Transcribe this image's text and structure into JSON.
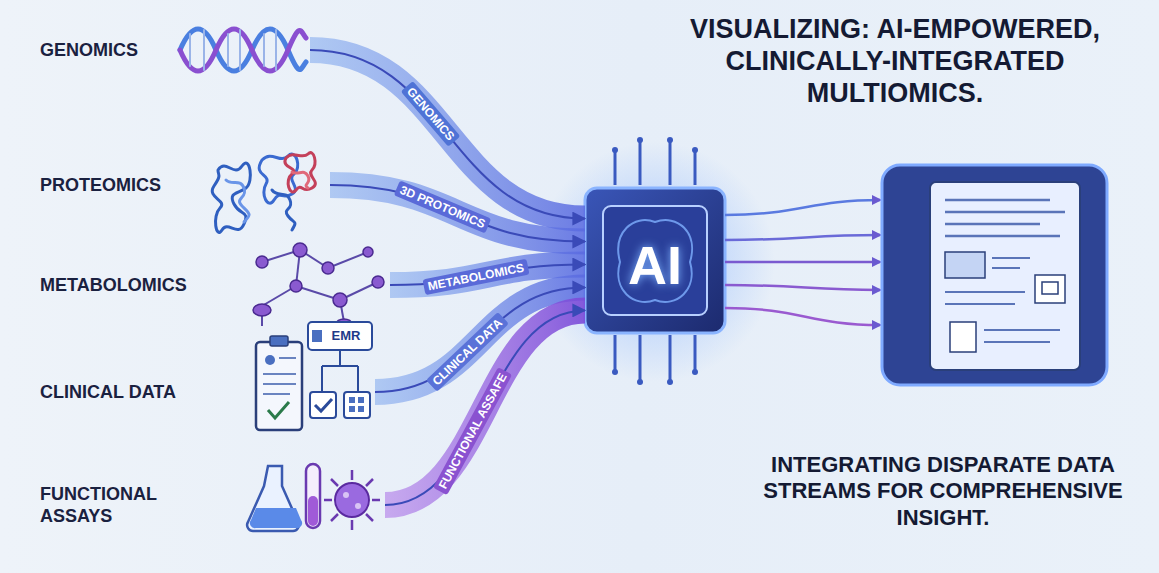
{
  "diagram": {
    "title": "VISUALIZING: AI-EMPOWERED, CLINICALLY-INTEGRATED MULTIOMICS.",
    "caption": "INTEGRATING DISPARATE DATA STREAMS FOR COMPREHENSIVE INSIGHT.",
    "nodes": [
      {
        "text": [
          "GENOMICS"
        ]
      },
      {
        "text": [
          "PROTEOMICS"
        ]
      },
      {
        "text": [
          "METABOLOMICS"
        ]
      },
      {
        "text": [
          "CLINICAL DATA"
        ]
      },
      {
        "text": [
          "FUNCTIONAL ASSAYS"
        ]
      },
      {
        "text": [
          "AI"
        ]
      }
    ],
    "edges": [
      {
        "from": 0,
        "to": 5,
        "label": "GENOMICS",
        "arrow": "to"
      },
      {
        "from": 1,
        "to": 5,
        "label": "3D PROTOMICS",
        "arrow": "to"
      },
      {
        "from": 2,
        "to": 5,
        "label": "METABOLOMICS",
        "arrow": "to"
      },
      {
        "from": 3,
        "to": 5,
        "label": "CLINICAL DATA",
        "arrow": "to"
      },
      {
        "from": 4,
        "to": 5,
        "label": "FUNCTIONAL ASSAFE",
        "arrow": "to"
      }
    ],
    "labels": [
      "EMR"
    ]
  }
}
